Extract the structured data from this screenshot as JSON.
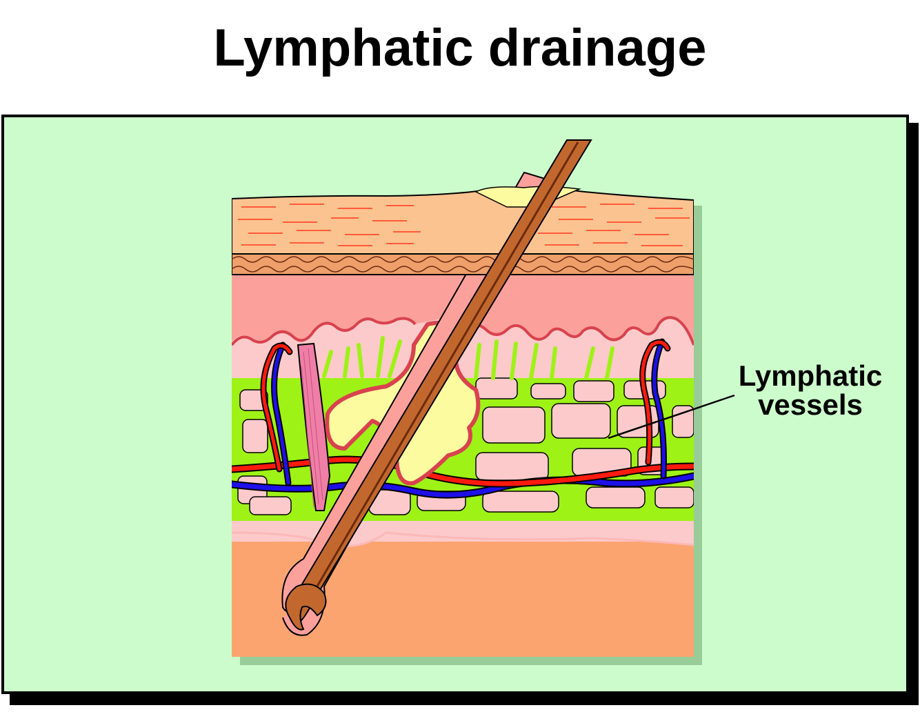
{
  "title": "Lymphatic drainage",
  "labels": {
    "lymphatic_vessels_line1": "Lymphatic",
    "lymphatic_vessels_line2": "vessels"
  },
  "colors": {
    "panel_background": "#ccfccc",
    "epidermis": "#fbc390",
    "dermis_pink": "#fba09b",
    "light_pink": "#fccaca",
    "lymphatic": "#9ef216",
    "artery": "#ff1a0e",
    "vein": "#1d10e8",
    "hair_shaft": "#c2682e",
    "sebaceous_gland": "#fdfba0",
    "subcutaneous_fat": "#fba470",
    "arrector_muscle": "#ef7fa6",
    "block_shadow": "#98cc98"
  }
}
